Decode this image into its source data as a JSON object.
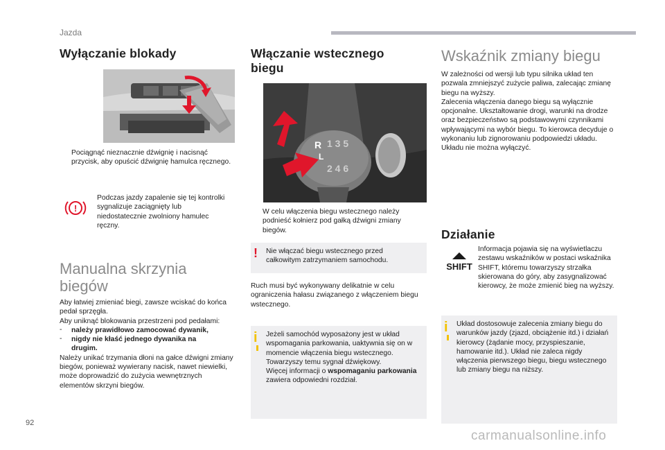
{
  "page": {
    "section": "Jazda",
    "number": "92",
    "watermark": "carmanualsonline.info"
  },
  "col1": {
    "title": "Wyłączanie blokady",
    "bullet": "Pociągnąć nieznacznie dźwignię i nacisnąć przycisk, aby opuścić dźwignię hamulca ręcznego.",
    "warning": "Podczas jazdy zapalenie się tej kontrolki sygnalizuje zaciągnięty lub niedostatecznie zwolniony hamulec ręczny.",
    "manual_title_line1": "Manualna skrzynia",
    "manual_title_line2": "biegów",
    "p1": "Aby łatwiej zmieniać biegi, zawsze wciskać do końca pedał sprzęgła.",
    "p2": "Aby uniknąć blokowania przestrzeni pod pedałami:",
    "dash1": "należy prawidłowo zamocować dywanik,",
    "dash2a": "nigdy nie kłaść jednego dywanika na",
    "dash2b": "drugim.",
    "dash_mark": "-",
    "p3": "Należy unikać trzymania dłoni na gałce dźwigni zmiany biegów, ponieważ wywierany nacisk, nawet niewielki, może doprowadzić do zużycia wewnętrznych elementów skrzyni biegów."
  },
  "col2": {
    "title_line1": "Włączanie wstecznego",
    "title_line2": "biegu",
    "knob_top": "1 3 5",
    "knob_bottom": "2 4 6",
    "knob_r": "R",
    "knob_l": "L",
    "bullet": "W celu włączenia biegu wstecznego należy podnieść kołnierz pod gałką dźwigni zmiany biegów.",
    "warning": "Nie włączać biegu wstecznego przed całkowitym zatrzymaniem samochodu.",
    "p1": "Ruch musi być wykonywany delikatnie w celu ograniczenia hałasu związanego z włączeniem biegu wstecznego.",
    "info_a": "Jeżeli samochód wyposażony jest w układ wspomagania parkowania, uaktywnia się on w momencie włączenia biegu wstecznego. Towarzyszy temu sygnał dźwiękowy.",
    "info_b1": "Więcej informacji o ",
    "info_b2": "wspomaganiu parkowania",
    "info_b3": " zawiera odpowiedni rozdział."
  },
  "col3": {
    "title": "Wskaźnik zmiany biegu",
    "p1": "W zależności od wersji lub typu silnika układ ten pozwala zmniejszyć zużycie paliwa, zalecając zmianę biegu na wyższy.",
    "p2": "Zalecenia włączenia danego biegu są wyłącznie opcjonalne. Ukształtowanie drogi, warunki na drodze oraz bezpieczeństwo są podstawowymi czynnikami wpływającymi na wybór biegu. To kierowca decyduje o wykonaniu lub zignorowaniu podpowiedzi układu.",
    "p3": "Układu nie można wyłączyć.",
    "sub_title": "Działanie",
    "shift_label": "SHIFT",
    "shift_text": "Informacja pojawia się na wyświetlaczu zestawu wskaźników w postaci wskaźnika SHIFT, któremu towarzyszy strzałka skierowana do góry, aby zasygnalizować kierowcy, że może zmienić bieg na wyższy.",
    "info": "Układ dostosowuje zalecenia zmiany biegu do warunków jazdy (zjazd, obciążenie itd.) i działań kierowcy (żądanie mocy, przyspieszanie, hamowanie itd.). Układ nie zaleca nigdy włączenia pierwszego biegu, biegu wstecznego lub zmiany biegu na niższy."
  },
  "symbols": {
    "bullet": "",
    "warn": "!",
    "info": "i"
  },
  "colors": {
    "accent_red": "#e0162b",
    "info_yellow": "#f2c100",
    "box_gray": "#efeff1"
  }
}
